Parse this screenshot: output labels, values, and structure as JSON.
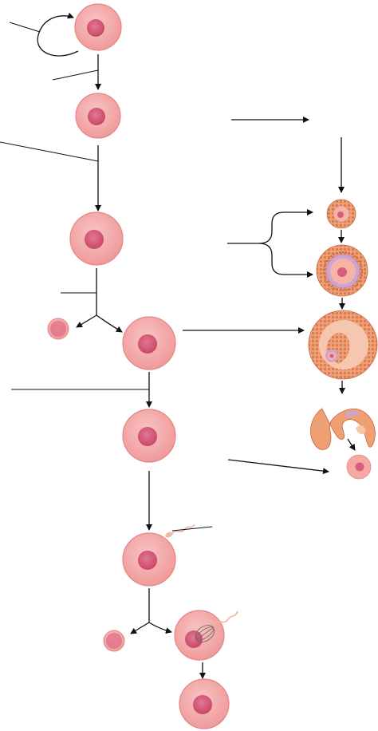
{
  "diagram": {
    "kind": "oogenesis-and-ovarian-follicle-development",
    "text_labels": [],
    "colors": {
      "cell_cytoplasm": "#f3a3a3",
      "cell_outline": "#e07f7f",
      "nucleus": "#d85a78",
      "arrow": "#111111",
      "follicle_cells": "#e8936a",
      "follicle_cells_edge": "#c8663e",
      "antrum": "#f4c4a8",
      "zona": "#c9a6d8",
      "sperm": "#f0b2a0"
    },
    "icons": {
      "cell": "round-cell-with-nucleus",
      "polar_body": "small-round-cell",
      "follicle": "layered-granulosa-follicle",
      "ruptured_follicle": "ruptured-follicle",
      "sperm": "sperm-cell",
      "spindle": "meiotic-spindle"
    }
  }
}
